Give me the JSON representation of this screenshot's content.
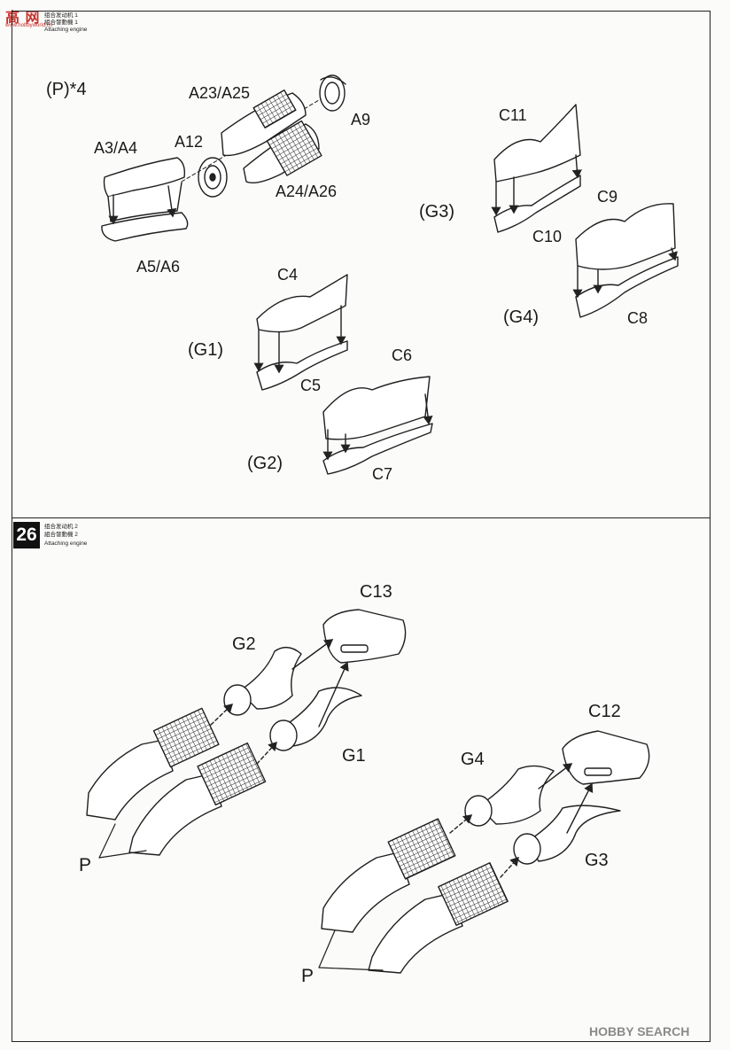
{
  "watermark": {
    "top_logo": "高 网",
    "top_url": "www.hobbyworld.cn",
    "bottom_logo": "HOBBY SEARCH"
  },
  "step25": {
    "caption_cn1": "组合发动机 1",
    "caption_cn2": "組合發動機 1",
    "caption_en": "Attaching engine",
    "quantity": "(P)*4",
    "labels": {
      "a23_a25": "A23/A25",
      "a9": "A9",
      "a12": "A12",
      "a3_a4": "A3/A4",
      "a24_a26": "A24/A26",
      "a5_a6": "A5/A6",
      "c11": "C11",
      "c10": "C10",
      "c9": "C9",
      "c8": "C8",
      "c4": "C4",
      "c5": "C5",
      "c6": "C6",
      "c7": "C7"
    },
    "groups": {
      "g1": "(G1)",
      "g2": "(G2)",
      "g3": "(G3)",
      "g4": "(G4)"
    }
  },
  "step26": {
    "number": "26",
    "caption_cn1": "组合发动机 2",
    "caption_cn2": "組合發動機 2",
    "caption_en": "Attaching engine",
    "labels": {
      "c13": "C13",
      "g2": "G2",
      "g1": "G1",
      "p_left": "P",
      "c12": "C12",
      "g4": "G4",
      "g3": "G3",
      "p_right": "P"
    }
  }
}
